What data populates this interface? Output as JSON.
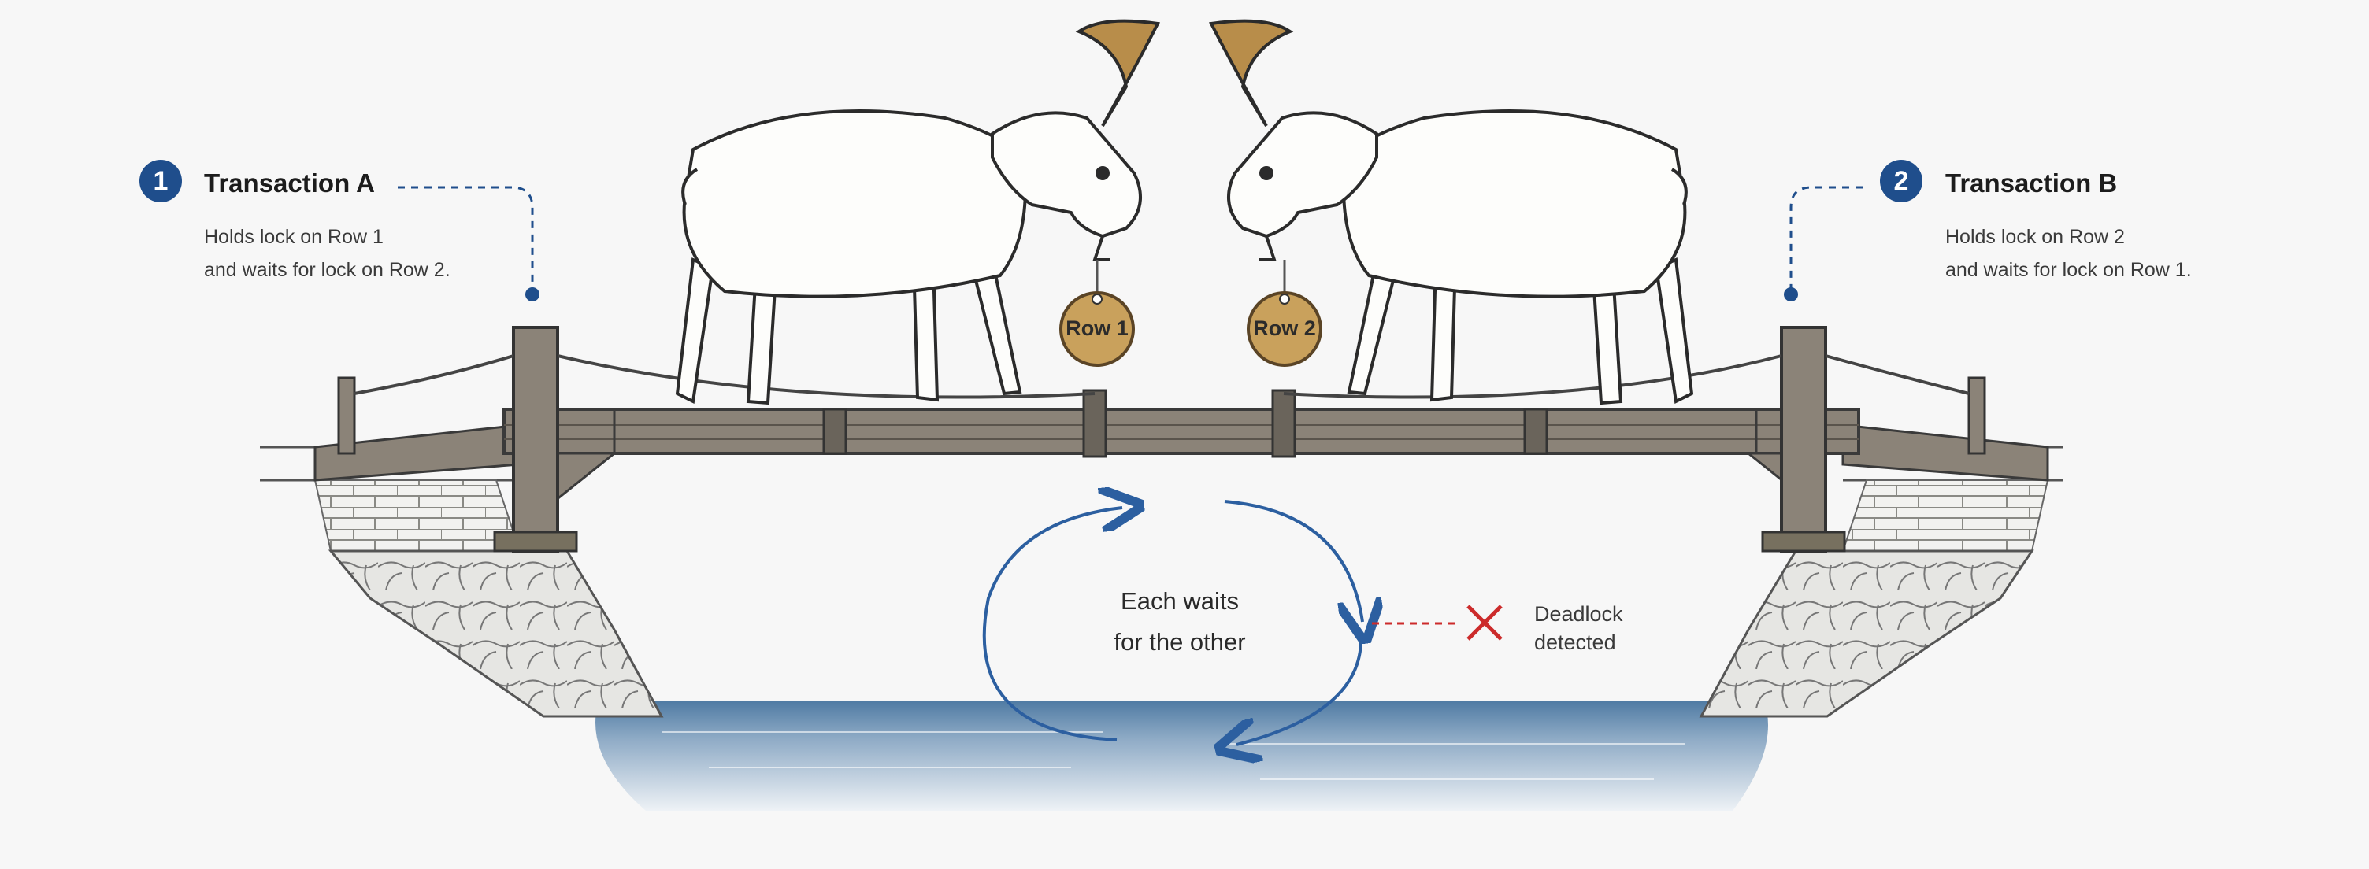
{
  "transaction_a": {
    "badge": "1",
    "title": "Transaction A",
    "line1": "Holds lock on Row 1",
    "line2": "and waits for lock on Row 2."
  },
  "transaction_b": {
    "badge": "2",
    "title": "Transaction B",
    "line1": "Holds lock on Row 2",
    "line2": "and waits for lock on Row 1."
  },
  "tags": {
    "left": "Row 1",
    "right": "Row 2"
  },
  "cycle": {
    "line1": "Each waits",
    "line2": "for the other"
  },
  "deadlock": {
    "line1": "Deadlock",
    "line2": "detected"
  },
  "colors": {
    "accent": "#1f4e8c",
    "arrow": "#2c5fa0",
    "deadlock": "#cc2b2b",
    "tag": "#c9a15c",
    "water": "#5f86aa",
    "wood": "#7d7468"
  }
}
